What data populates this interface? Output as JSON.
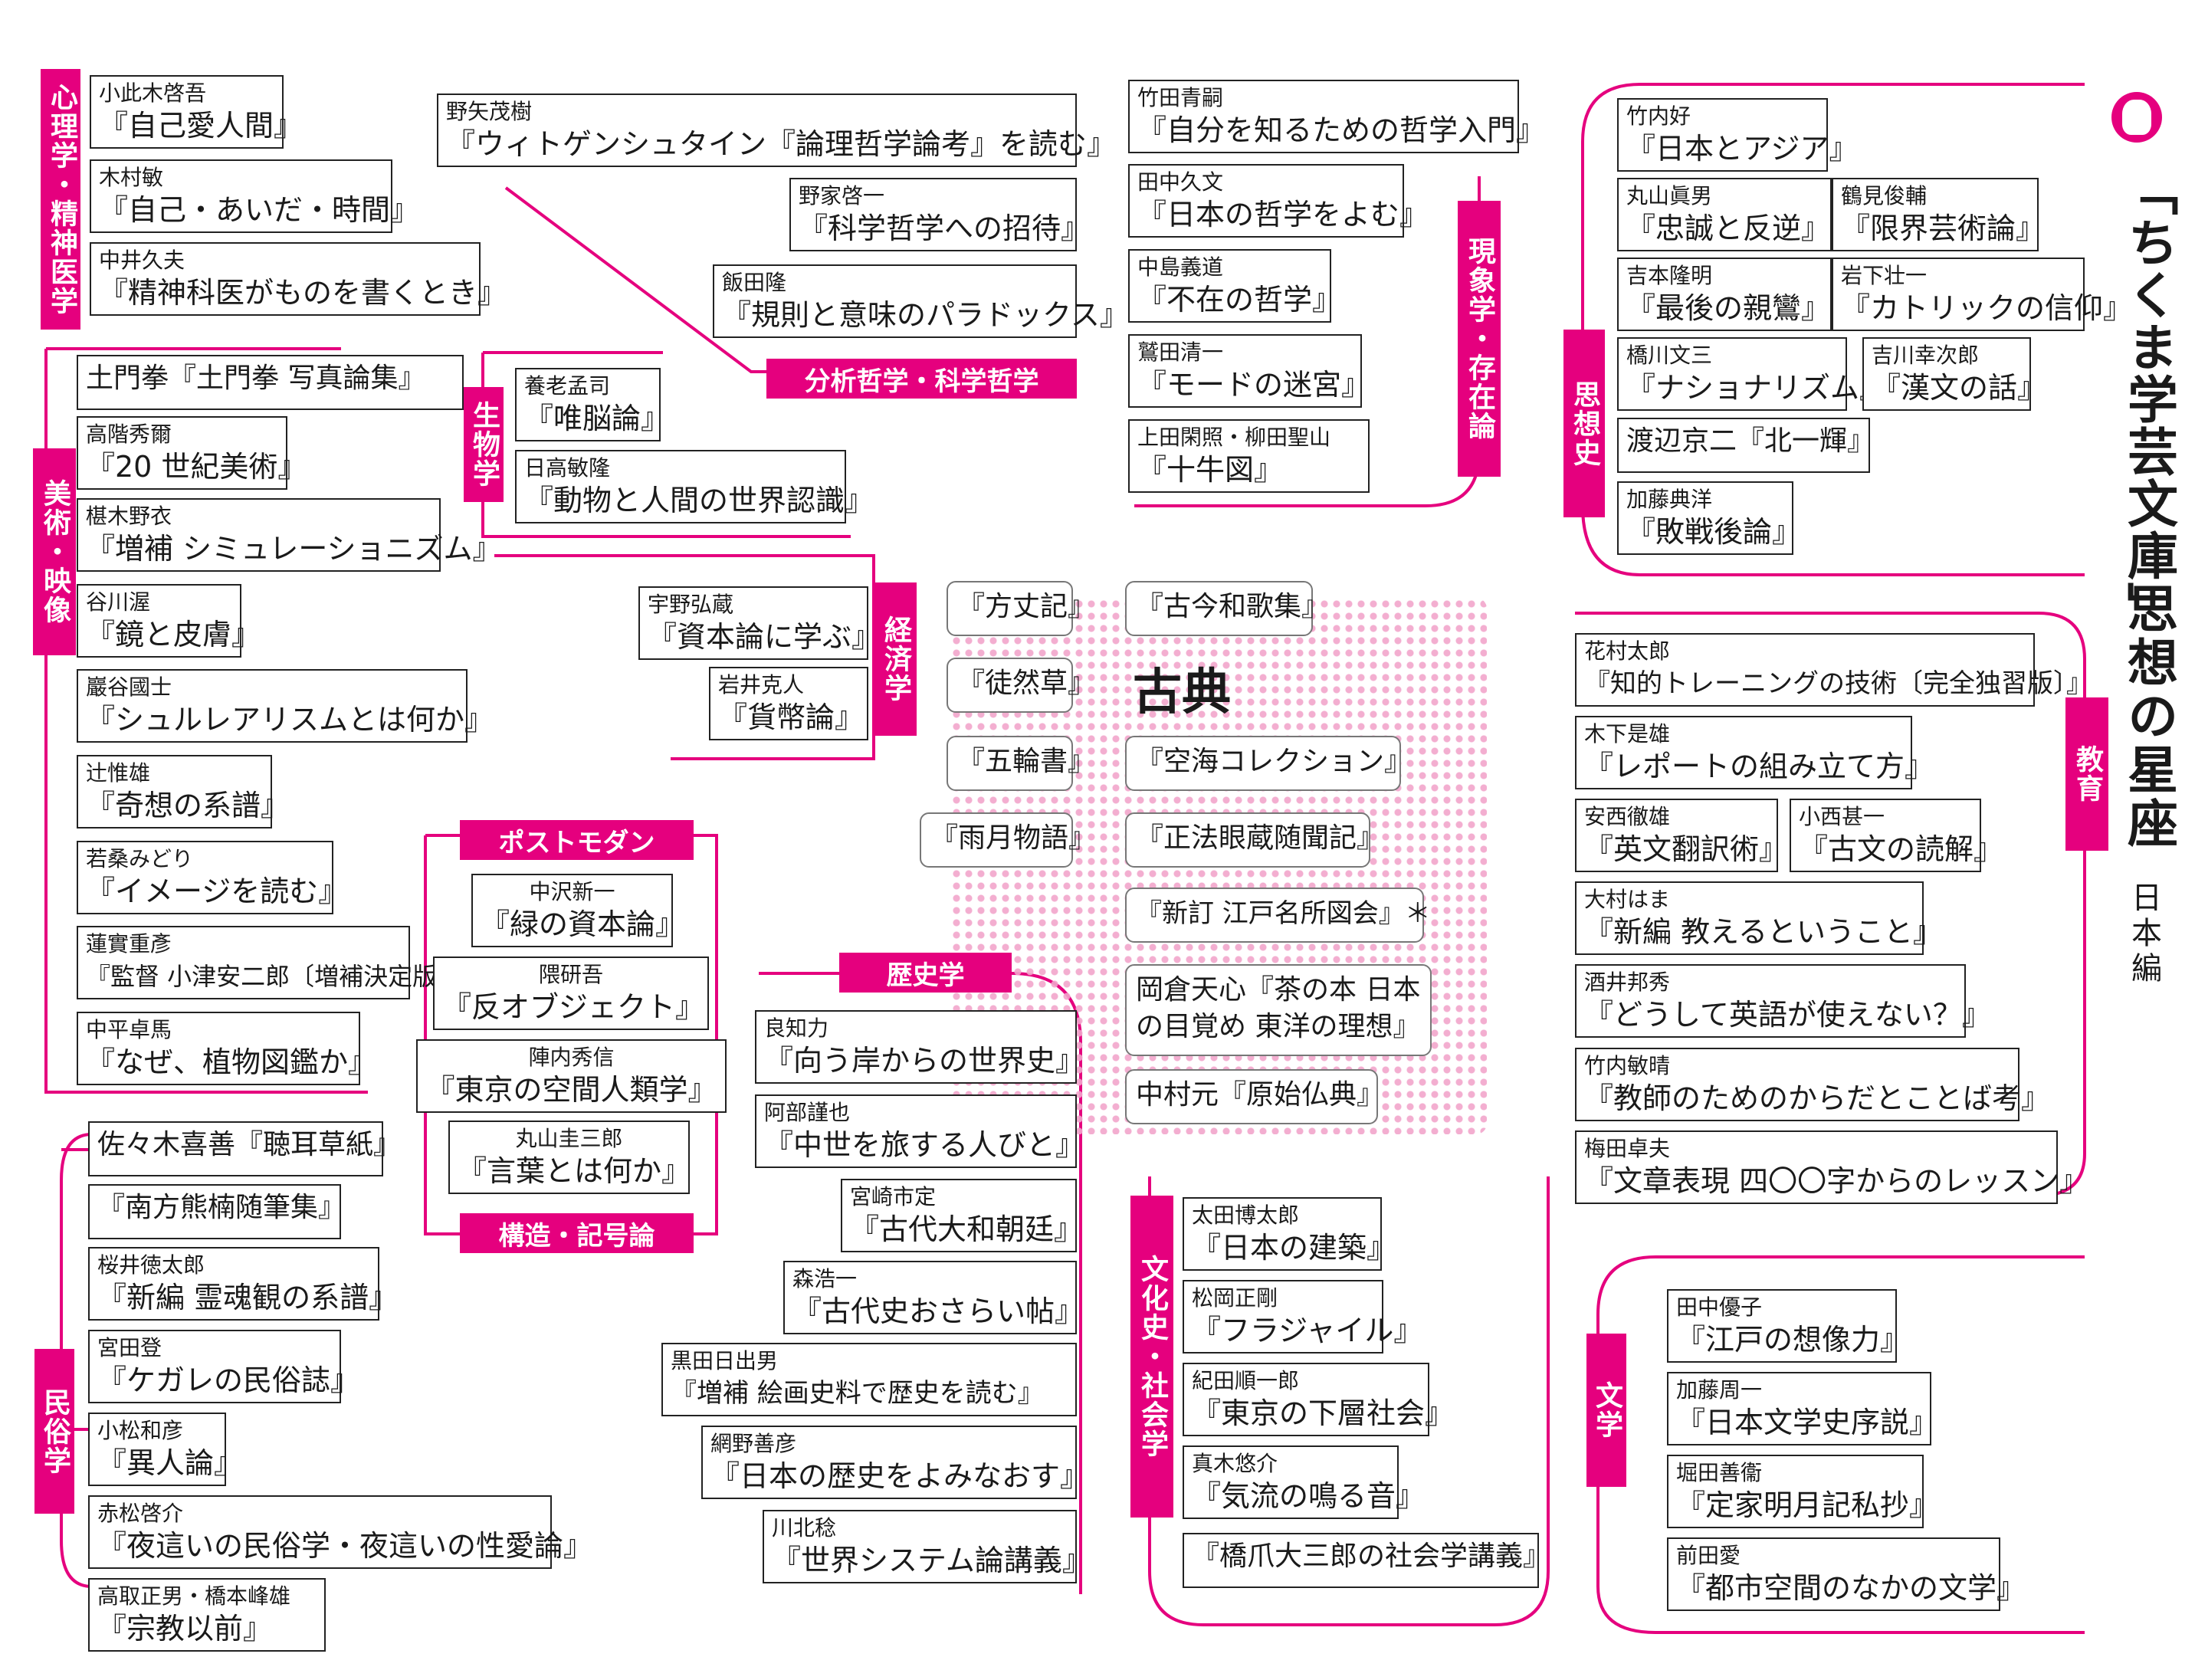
{
  "series_title": "「ちくま学芸文庫」",
  "series_subtitle": "思想の星座",
  "series_edition": "日本編",
  "logo": "chikuma-owl-logo",
  "accent_color": "#e5007e",
  "classics_label": "古典",
  "classics": [
    "『方丈記』",
    "『古今和歌集』",
    "『徒然草』",
    "『五輪書』",
    "『空海コレクション』",
    "『雨月物語』",
    "『正法眼蔵随聞記』",
    "『新訂 江戸名所図会』＊",
    "岡倉天心『茶の本 日本の目覚め 東洋の理想』",
    "中村元『原始仏典』"
  ],
  "categories": {
    "psychology": "心理学・精神医学",
    "analytic": "分析哲学・科学哲学",
    "phenomenology": "現象学・存在論",
    "intellectual_history": "思想史",
    "art": "美術・映像",
    "biology": "生物学",
    "economics": "経済学",
    "postmodern": "ポストモダン",
    "structure": "構造・記号論",
    "history": "歴史学",
    "education": "教育",
    "folklore": "民俗学",
    "culture": "文化史・社会学",
    "literature": "文学"
  },
  "books": {
    "b1": {
      "author": "小此木啓吾",
      "title": "『自己愛人間』"
    },
    "b2": {
      "author": "木村敏",
      "title": "『自己・あいだ・時間』"
    },
    "b3": {
      "author": "中井久夫",
      "title": "『精神科医がものを書くとき』"
    },
    "b4": {
      "author": "野矢茂樹",
      "title": "『ウィトゲンシュタイン『論理哲学論考』を読む』"
    },
    "b5": {
      "author": "野家啓一",
      "title": "『科学哲学への招待』"
    },
    "b6": {
      "author": "飯田隆",
      "title": "『規則と意味のパラドックス』"
    },
    "b7": {
      "author": "竹田青嗣",
      "title": "『自分を知るための哲学入門』"
    },
    "b8": {
      "author": "田中久文",
      "title": "『日本の哲学をよむ』"
    },
    "b9": {
      "author": "中島義道",
      "title": "『不在の哲学』"
    },
    "b10": {
      "author": "鷲田清一",
      "title": "『モードの迷宮』"
    },
    "b11": {
      "author": "上田閑照・柳田聖山",
      "title": "『十牛図』"
    },
    "b12": {
      "author": "竹内好",
      "title": "『日本とアジア』"
    },
    "b13": {
      "author": "丸山眞男",
      "title": "『忠誠と反逆』"
    },
    "b14": {
      "author": "鶴見俊輔",
      "title": "『限界芸術論』"
    },
    "b15": {
      "author": "吉本隆明",
      "title": "『最後の親鸞』"
    },
    "b16": {
      "author": "岩下壮一",
      "title": "『カトリックの信仰』"
    },
    "b17": {
      "author": "橋川文三",
      "title": "『ナショナリズム』"
    },
    "b18": {
      "author": "吉川幸次郎",
      "title": "『漢文の話』"
    },
    "b19": {
      "line": "渡辺京二『北一輝』"
    },
    "b20": {
      "author": "加藤典洋",
      "title": "『敗戦後論』"
    },
    "b21": {
      "line": "土門拳『土門拳 写真論集』"
    },
    "b22": {
      "author": "高階秀爾",
      "title": "『20 世紀美術』"
    },
    "b23": {
      "author": "椹木野衣",
      "title": "『増補 シミュレーショニズム』"
    },
    "b24": {
      "author": "谷川渥",
      "title": "『鏡と皮膚』"
    },
    "b25": {
      "author": "巖谷國士",
      "title": "『シュルレアリスムとは何か』"
    },
    "b26": {
      "author": "辻惟雄",
      "title": "『奇想の系譜』"
    },
    "b27": {
      "author": "若桑みどり",
      "title": "『イメージを読む』"
    },
    "b28": {
      "author": "蓮實重彥",
      "title": "『監督 小津安二郎〔増補決定版〕』"
    },
    "b29": {
      "author": "中平卓馬",
      "title": "『なぜ、植物図鑑か』"
    },
    "b30": {
      "author": "養老孟司",
      "title": "『唯脳論』"
    },
    "b31": {
      "author": "日高敏隆",
      "title": "『動物と人間の世界認識』"
    },
    "b32": {
      "author": "宇野弘蔵",
      "title": "『資本論に学ぶ』"
    },
    "b33": {
      "author": "岩井克人",
      "title": "『貨幣論』"
    },
    "b34": {
      "author": "中沢新一",
      "title": "『緑の資本論』"
    },
    "b35": {
      "author": "隈研吾",
      "title": "『反オブジェクト』"
    },
    "b36": {
      "author": "陣内秀信",
      "title": "『東京の空間人類学』"
    },
    "b37": {
      "author": "丸山圭三郎",
      "title": "『言葉とは何か』"
    },
    "b38": {
      "author": "良知力",
      "title": "『向う岸からの世界史』"
    },
    "b39": {
      "author": "阿部謹也",
      "title": "『中世を旅する人びと』"
    },
    "b40": {
      "author": "宮崎市定",
      "title": "『古代大和朝廷』"
    },
    "b41": {
      "author": "森浩一",
      "title": "『古代史おさらい帖』"
    },
    "b42": {
      "author": "黒田日出男",
      "title": "『増補 絵画史料で歴史を読む』"
    },
    "b43": {
      "author": "網野善彦",
      "title": "『日本の歴史をよみなおす』"
    },
    "b44": {
      "author": "川北稔",
      "title": "『世界システム論講義』"
    },
    "b45": {
      "author": "花村太郎",
      "title": "『知的トレーニングの技術〔完全独習版〕』"
    },
    "b46": {
      "author": "木下是雄",
      "title": "『レポートの組み立て方』"
    },
    "b47": {
      "author": "安西徹雄",
      "title": "『英文翻訳術』"
    },
    "b48": {
      "author": "小西甚一",
      "title": "『古文の読解』"
    },
    "b49": {
      "author": "大村はま",
      "title": "『新編 教えるということ』"
    },
    "b50": {
      "author": "酒井邦秀",
      "title": "『どうして英語が使えない？』"
    },
    "b51": {
      "author": "竹内敏晴",
      "title": "『教師のためのからだとことば考』"
    },
    "b52": {
      "author": "梅田卓夫",
      "title": "『文章表現 四〇〇字からのレッスン』"
    },
    "b53": {
      "line": "佐々木喜善『聴耳草紙』"
    },
    "b54": {
      "line": "『南方熊楠随筆集』"
    },
    "b55": {
      "author": "桜井徳太郎",
      "title": "『新編 霊魂観の系譜』"
    },
    "b56": {
      "author": "宮田登",
      "title": "『ケガレの民俗誌』"
    },
    "b57": {
      "author": "小松和彦",
      "title": "『異人論』"
    },
    "b58": {
      "author": "赤松啓介",
      "title": "『夜這いの民俗学・夜這いの性愛論』"
    },
    "b59": {
      "author": "高取正男・橋本峰雄",
      "title": "『宗教以前』"
    },
    "b60": {
      "author": "太田博太郎",
      "title": "『日本の建築』"
    },
    "b61": {
      "author": "松岡正剛",
      "title": "『フラジャイル』"
    },
    "b62": {
      "author": "紀田順一郎",
      "title": "『東京の下層社会』"
    },
    "b63": {
      "author": "真木悠介",
      "title": "『気流の鳴る音』"
    },
    "b64": {
      "line": "『橋爪大三郎の社会学講義』"
    },
    "b65": {
      "author": "田中優子",
      "title": "『江戸の想像力』"
    },
    "b66": {
      "author": "加藤周一",
      "title": "『日本文学史序説』"
    },
    "b67": {
      "author": "堀田善衞",
      "title": "『定家明月記私抄』"
    },
    "b68": {
      "author": "前田愛",
      "title": "『都市空間のなかの文学』"
    }
  }
}
